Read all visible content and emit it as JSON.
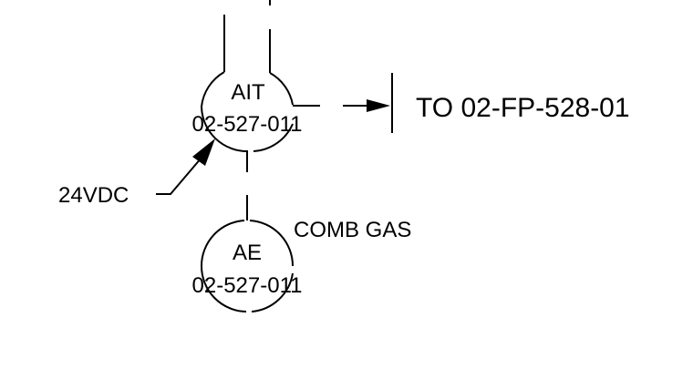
{
  "instrument_ait": {
    "function": "AIT",
    "tag": "02-527-011"
  },
  "instrument_ae": {
    "function": "AE",
    "tag": "02-527-011"
  },
  "power_label": "24VDC",
  "service_label": "COMB GAS",
  "destination_label": "TO 02-FP-528-01",
  "line_color": "#000000"
}
